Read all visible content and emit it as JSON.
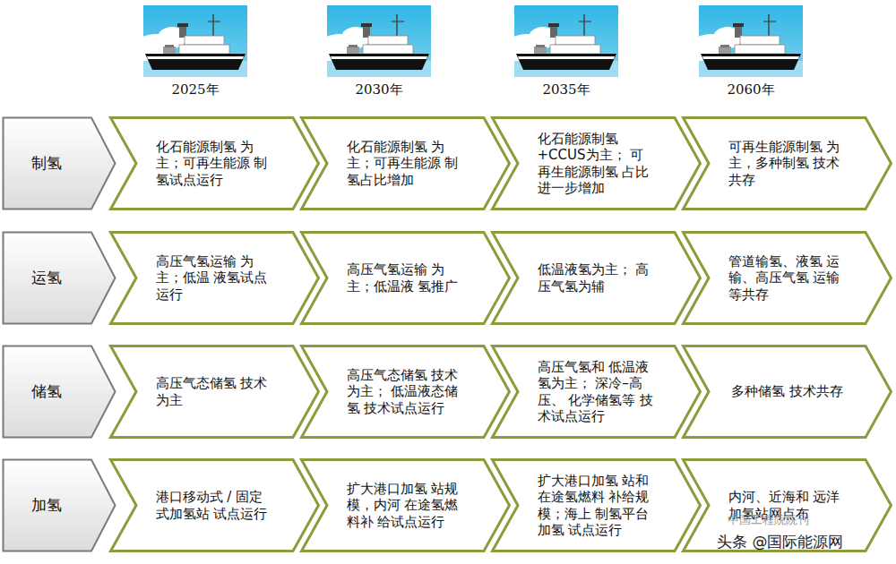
{
  "diagram": {
    "nodes": [
      {
        "text": [
          "制氢"
        ]
      },
      {
        "text": [
          "化石能源制氢 为主；可再生能源 制氢试点运行"
        ]
      },
      {
        "text": [
          "化石能源制氢 为主；可再生能源 制氢占比增加"
        ]
      },
      {
        "text": [
          "化石能源制氢 +CCUS为主； 可再生能源制氢 占比进一步增加"
        ]
      },
      {
        "text": [
          "可再生能源制氢 为主，多种制氢 技术共存"
        ]
      },
      {
        "text": [
          "运氢"
        ]
      },
      {
        "text": [
          "高压气氢运输 为主；低温 液氢试点运行"
        ]
      },
      {
        "text": [
          "高压气氢运输 为主；低温液 氢推广"
        ]
      },
      {
        "text": [
          "低温液氢为主； 高压气氢为辅"
        ]
      },
      {
        "text": [
          "管道输氢、液氢 运输、高压气氢 运输等共存"
        ]
      },
      {
        "text": [
          "储氢"
        ]
      },
      {
        "text": [
          "高压气态储氢 技术为主"
        ]
      },
      {
        "text": [
          "高压气态储氢 技术为主； 低温液态储氢 技术试点运行"
        ]
      },
      {
        "text": [
          "高压气氢和 低温液氢为主； 深冷–高压、 化学储氢等 技术试点运行"
        ]
      },
      {
        "text": [
          "多种储氢 技术共存"
        ]
      },
      {
        "text": [
          "加氢"
        ]
      },
      {
        "text": [
          "港口移动式 / 固定式加氢站 试点运行"
        ]
      },
      {
        "text": [
          "扩大港口加氢 站规模，内河 在途氢燃料补 给试点运行"
        ]
      },
      {
        "text": [
          "扩大港口加氢 站和在途氢燃料 补给规模；海上 制氢平台加氢 试点运行"
        ]
      },
      {
        "text": [
          "内河、近海和 远洋加氢站网点布"
        ]
      }
    ],
    "labels": [
      "2025年",
      "2030年",
      "2035年",
      "2060年",
      "中国工程院院刊",
      "头条 @国际能源网"
    ]
  }
}
